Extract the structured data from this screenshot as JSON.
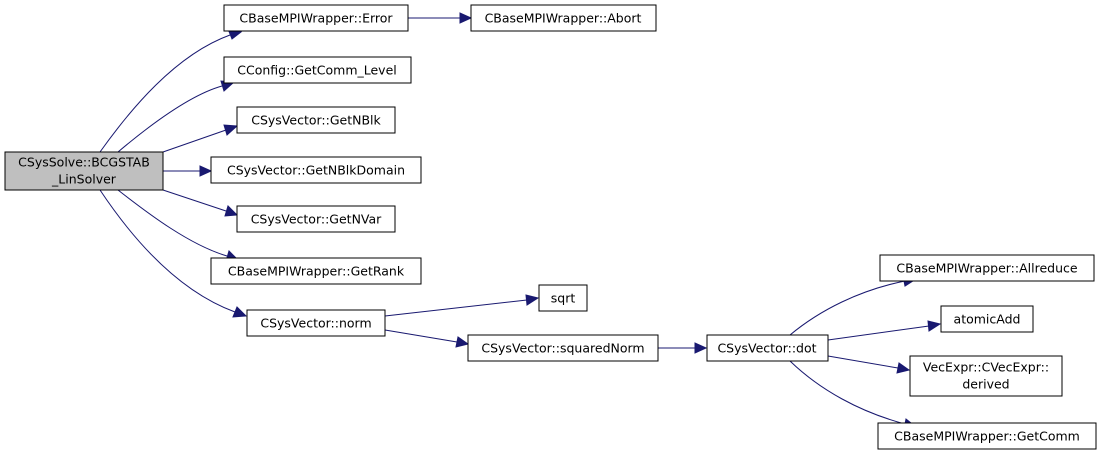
{
  "nodes": {
    "root": {
      "lines": [
        "CSysSolve::BCGSTAB",
        "_LinSolver"
      ]
    },
    "error": {
      "lines": [
        "CBaseMPIWrapper::Error"
      ]
    },
    "abort": {
      "lines": [
        "CBaseMPIWrapper::Abort"
      ]
    },
    "commlevel": {
      "lines": [
        "CConfig::GetComm_Level"
      ]
    },
    "nblk": {
      "lines": [
        "CSysVector::GetNBlk"
      ]
    },
    "nblkdom": {
      "lines": [
        "CSysVector::GetNBlkDomain"
      ]
    },
    "nvar": {
      "lines": [
        "CSysVector::GetNVar"
      ]
    },
    "rank": {
      "lines": [
        "CBaseMPIWrapper::GetRank"
      ]
    },
    "norm": {
      "lines": [
        "CSysVector::norm"
      ]
    },
    "sqrt": {
      "lines": [
        "sqrt"
      ]
    },
    "sqnorm": {
      "lines": [
        "CSysVector::squaredNorm"
      ]
    },
    "dot": {
      "lines": [
        "CSysVector::dot"
      ]
    },
    "allreduce": {
      "lines": [
        "CBaseMPIWrapper::Allreduce"
      ]
    },
    "atomicadd": {
      "lines": [
        "atomicAdd"
      ]
    },
    "derived": {
      "lines": [
        "VecExpr::CVecExpr::",
        "derived"
      ]
    },
    "getcomm": {
      "lines": [
        "CBaseMPIWrapper::GetComm"
      ]
    }
  },
  "edges": [
    [
      "root",
      "error"
    ],
    [
      "error",
      "abort"
    ],
    [
      "root",
      "commlevel"
    ],
    [
      "root",
      "nblk"
    ],
    [
      "root",
      "nblkdom"
    ],
    [
      "root",
      "nvar"
    ],
    [
      "root",
      "rank"
    ],
    [
      "root",
      "norm"
    ],
    [
      "norm",
      "sqrt"
    ],
    [
      "norm",
      "sqnorm"
    ],
    [
      "sqnorm",
      "dot"
    ],
    [
      "dot",
      "allreduce"
    ],
    [
      "dot",
      "atomicadd"
    ],
    [
      "dot",
      "derived"
    ],
    [
      "dot",
      "getcomm"
    ]
  ],
  "colors": {
    "edge": "#191970",
    "root_fill": "#bfbfbf",
    "node_fill": "#ffffff",
    "border": "#000000"
  }
}
